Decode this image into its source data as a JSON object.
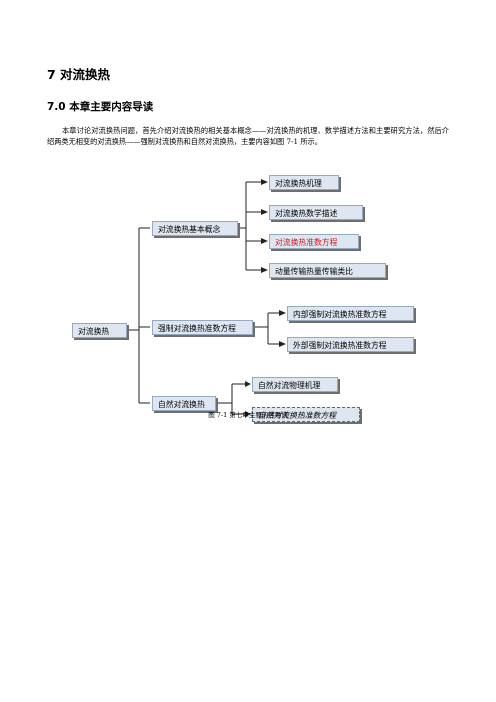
{
  "heading": {
    "chapter": "7  对流换热",
    "section": "7.0  本章主要内容导读"
  },
  "intro_text": "本章讨论对流换热问题，首先介绍对流换热的相关基本概念——对流换热的机理、数学描述方法和主要研究方法，然后介绍两类无相变的对流换热——强制对流换热和自然对流换热，主要内容如图 7-1 所示。",
  "diagram": {
    "root": "对流换热",
    "branches": [
      {
        "label": "对流换热基本概念",
        "children": [
          "对流换热机理",
          "对流换热数学描述",
          "对流换热准数方程",
          "动量传输热量传输类比"
        ]
      },
      {
        "label": "强制对流换热准数方程",
        "children": [
          "内部强制对流换热准数方程",
          "外部强制对流换热准数方程"
        ]
      },
      {
        "label": "自然对流换热",
        "children": [
          "自然对流物理机理",
          "自然对流换热准数方程"
        ]
      }
    ],
    "highlight_color": "#d0181f",
    "node_fill": "#dde6f1"
  },
  "figure_caption": "图 7-1  第七章主要内容导读"
}
